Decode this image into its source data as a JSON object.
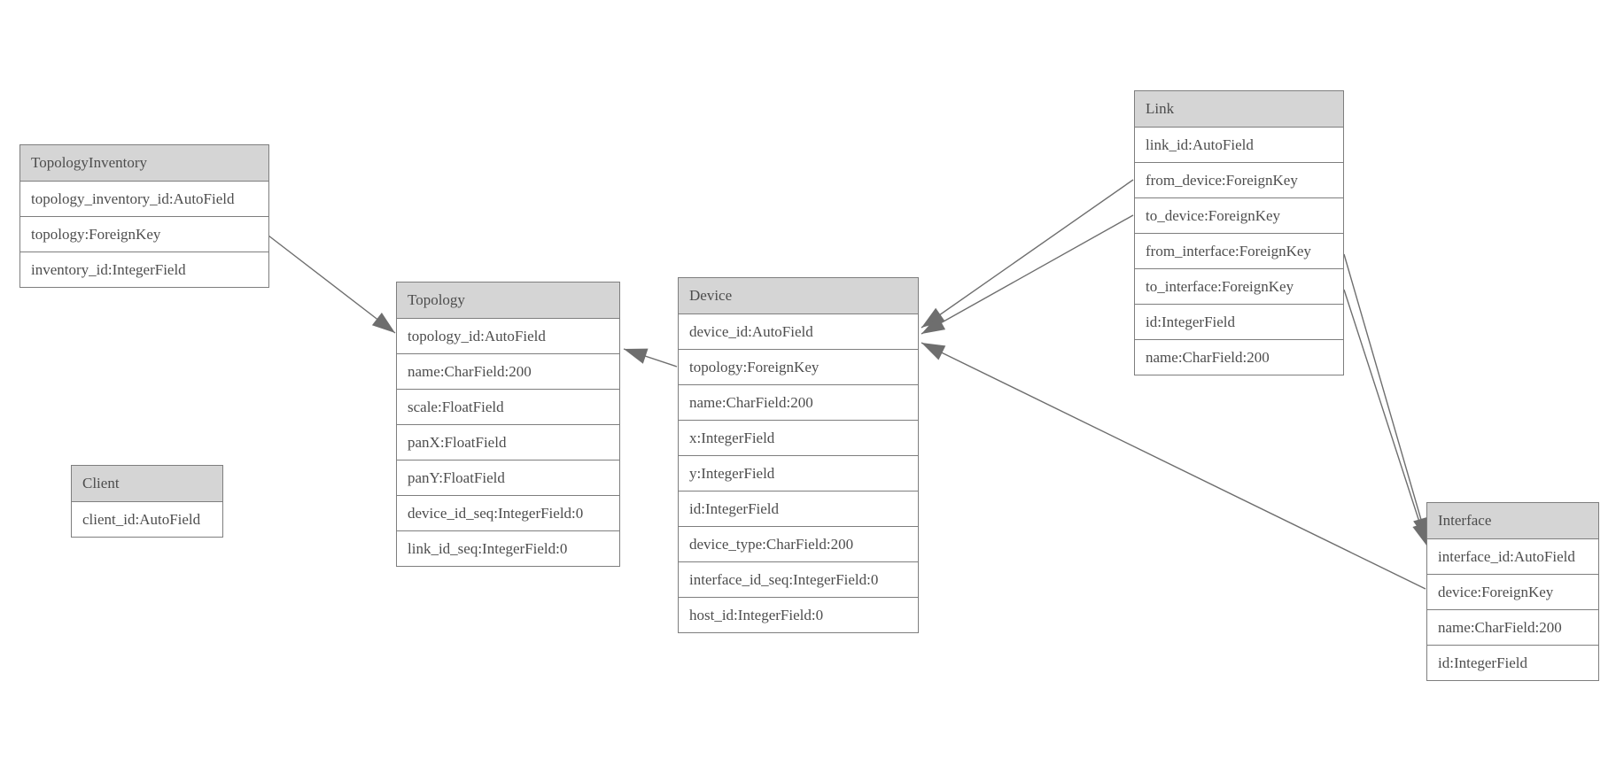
{
  "diagram": {
    "type": "entity-relationship-model",
    "colors": {
      "background": "#ffffff",
      "table_border": "#7e7e7e",
      "header_fill": "#d5d5d5",
      "row_fill": "#ffffff",
      "text": "#4d4d4d",
      "edge_line": "#6e6e6e",
      "arrowhead_fill": "#6e6e6e"
    },
    "tables": [
      {
        "name": "TopologyInventory",
        "fields": [
          "topology_inventory_id:AutoField",
          "topology:ForeignKey",
          "inventory_id:IntegerField"
        ]
      },
      {
        "name": "Topology",
        "fields": [
          "topology_id:AutoField",
          "name:CharField:200",
          "scale:FloatField",
          "panX:FloatField",
          "panY:FloatField",
          "device_id_seq:IntegerField:0",
          "link_id_seq:IntegerField:0"
        ]
      },
      {
        "name": "Client",
        "fields": [
          "client_id:AutoField"
        ]
      },
      {
        "name": "Device",
        "fields": [
          "device_id:AutoField",
          "topology:ForeignKey",
          "name:CharField:200",
          "x:IntegerField",
          "y:IntegerField",
          "id:IntegerField",
          "device_type:CharField:200",
          "interface_id_seq:IntegerField:0",
          "host_id:IntegerField:0"
        ]
      },
      {
        "name": "Link",
        "fields": [
          "link_id:AutoField",
          "from_device:ForeignKey",
          "to_device:ForeignKey",
          "from_interface:ForeignKey",
          "to_interface:ForeignKey",
          "id:IntegerField",
          "name:CharField:200"
        ]
      },
      {
        "name": "Interface",
        "fields": [
          "interface_id:AutoField",
          "device:ForeignKey",
          "name:CharField:200",
          "id:IntegerField"
        ]
      }
    ],
    "relations": [
      {
        "from": "TopologyInventory.topology",
        "to": "Topology"
      },
      {
        "from": "Device.topology",
        "to": "Topology"
      },
      {
        "from": "Link.from_device",
        "to": "Device"
      },
      {
        "from": "Link.to_device",
        "to": "Device"
      },
      {
        "from": "Link.from_interface",
        "to": "Interface"
      },
      {
        "from": "Link.to_interface",
        "to": "Interface"
      },
      {
        "from": "Interface.device",
        "to": "Device"
      }
    ]
  }
}
